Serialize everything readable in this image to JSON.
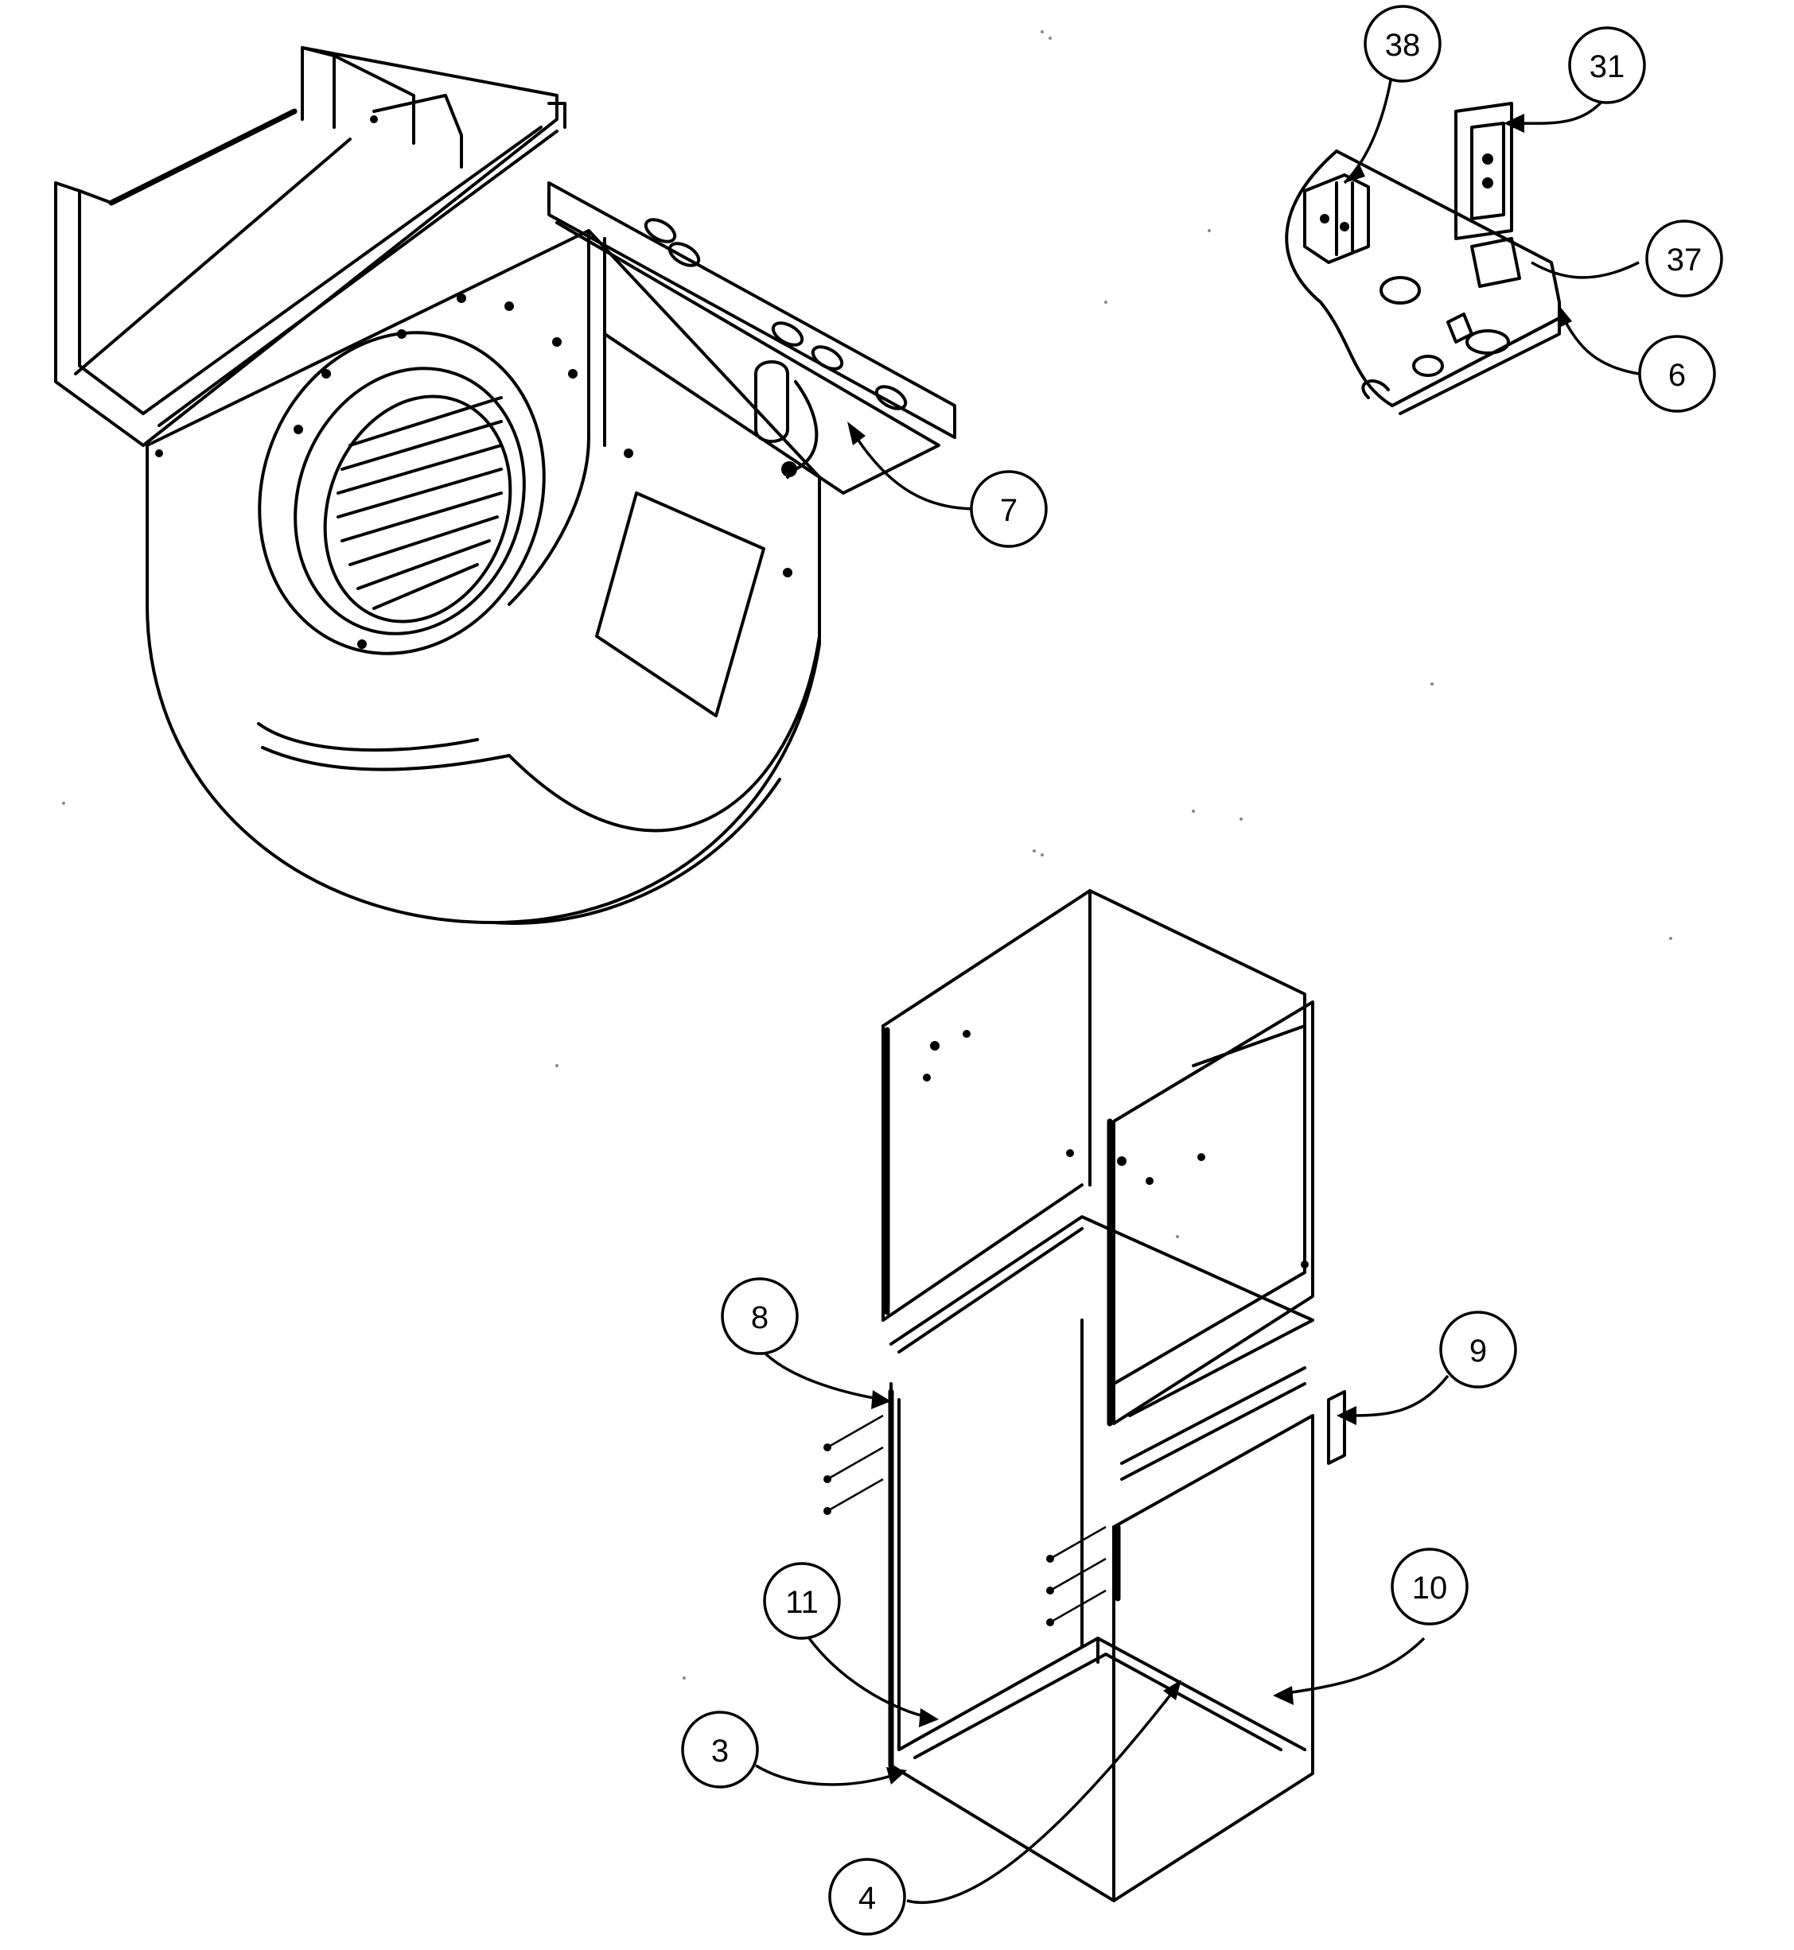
{
  "callouts": [
    {
      "id": "c38",
      "label": "38"
    },
    {
      "id": "c31",
      "label": "31"
    },
    {
      "id": "c37",
      "label": "37"
    },
    {
      "id": "c6",
      "label": "6"
    },
    {
      "id": "c7",
      "label": "7"
    },
    {
      "id": "c8",
      "label": "8"
    },
    {
      "id": "c9",
      "label": "9"
    },
    {
      "id": "c11",
      "label": "11"
    },
    {
      "id": "c10",
      "label": "10"
    },
    {
      "id": "c3",
      "label": "3"
    },
    {
      "id": "c4",
      "label": "4"
    }
  ]
}
